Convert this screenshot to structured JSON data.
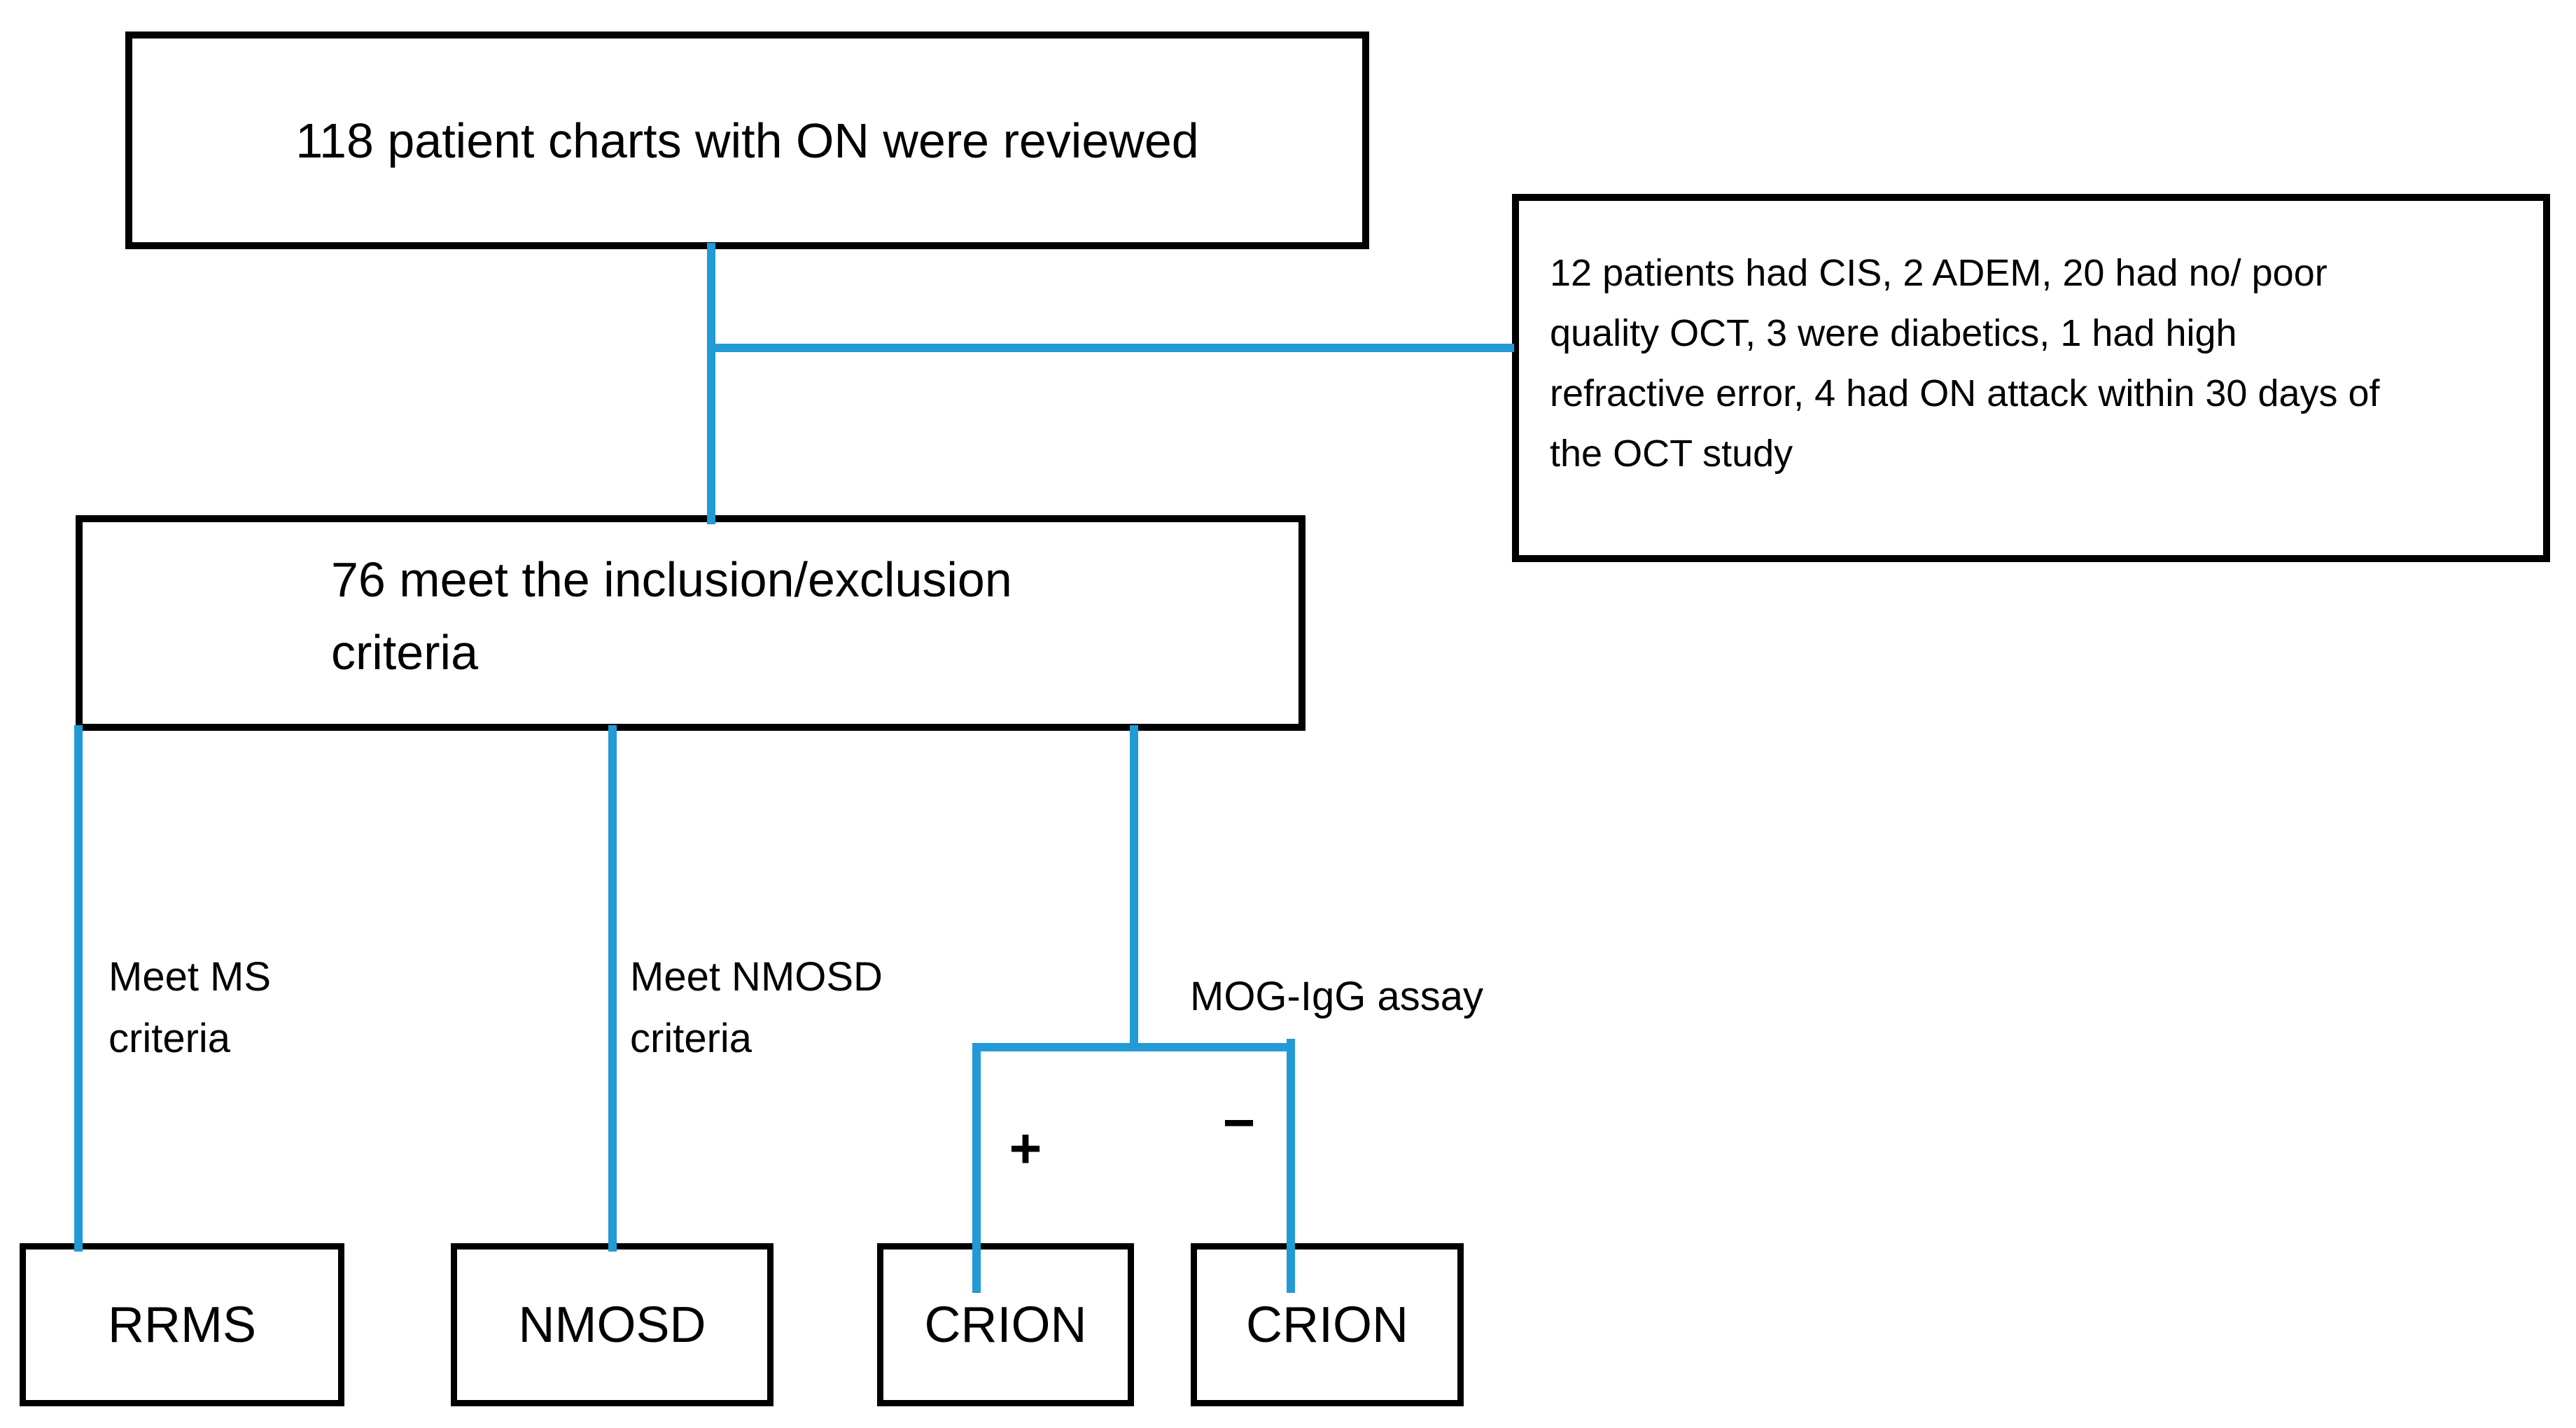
{
  "figure": {
    "type": "flowchart",
    "background_color": "#FFFFFF",
    "box_border_color": "#000000",
    "text_color": "#000000",
    "connector_color": "#219AD6",
    "nodes": {
      "reviewed": {
        "text": "118 patient charts with ON were reviewed"
      },
      "excluded": {
        "lines": [
          "12 patients had CIS, 2 ADEM, 20 had no/ poor",
          "quality OCT, 3 were diabetics, 1 had high",
          "refractive error, 4 had ON attack within 30 days of",
          "the OCT study"
        ]
      },
      "included": {
        "lines": [
          "76 meet the inclusion/exclusion",
          "criteria"
        ]
      },
      "rrms": {
        "text": "RRMS"
      },
      "nmosd": {
        "text": "NMOSD"
      },
      "crion_positive": {
        "text": "CRION"
      },
      "crion_negative": {
        "text": "CRION"
      }
    },
    "edge_labels": {
      "ms_criteria": {
        "lines": [
          "Meet MS",
          "criteria"
        ]
      },
      "nmosd_criteria": {
        "lines": [
          "Meet NMOSD",
          "criteria"
        ]
      },
      "mog_assay": {
        "text": "MOG-IgG assay"
      },
      "positive_sign": "+",
      "negative_sign": "−"
    }
  }
}
